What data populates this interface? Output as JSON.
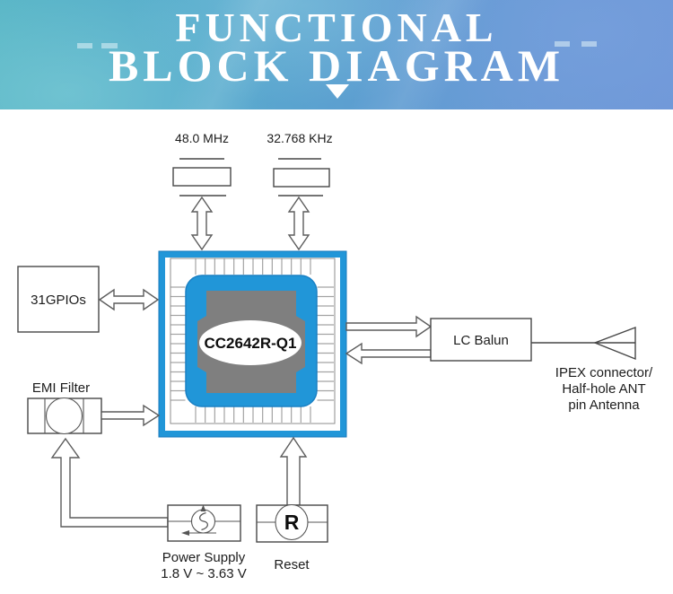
{
  "header": {
    "title_line1": "FUNCTIONAL",
    "title_line2": "BLOCK DIAGRAM"
  },
  "diagram": {
    "crystal_hf": {
      "label": "48.0 MHz"
    },
    "crystal_lf": {
      "label": "32.768 KHz"
    },
    "chip": {
      "label": "CC2642R-Q1"
    },
    "gpio": {
      "label": "31GPIOs"
    },
    "emi_filter": {
      "label": "EMI Filter"
    },
    "lc_balun": {
      "label": "LC Balun"
    },
    "antenna": {
      "label_lines": [
        "IPEX connector/",
        "Half-hole ANT",
        "pin Antenna"
      ]
    },
    "power_supply": {
      "label": "Power Supply",
      "voltage_range": "1.8 V ~ 3.63 V"
    },
    "reset": {
      "label": "Reset",
      "symbol": "R"
    }
  },
  "colors": {
    "chip_blue": "#2196d8",
    "chip_blue_edge": "#1879bd",
    "die_gray": "#7f7f7f",
    "line_dark": "#474747",
    "title_white": "#ffffff"
  }
}
